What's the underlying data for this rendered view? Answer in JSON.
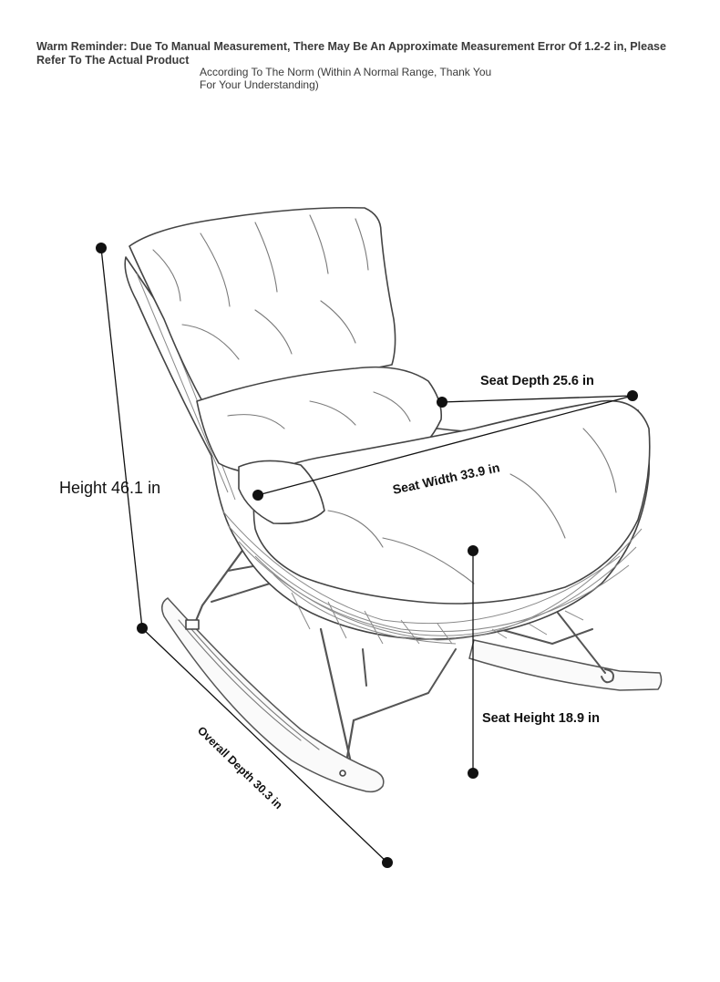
{
  "notice": {
    "line1": "Warm Reminder: Due To Manual Measurement, There May Be An Approximate Measurement Error Of 1.2-2 in, Please Refer To The Actual Product",
    "line2": "According To The Norm (Within A Normal Range, Thank You For Your Understanding)"
  },
  "dimensions": {
    "height": "Height 46.1 in",
    "seat_depth": "Seat Depth 25.6 in",
    "seat_width": "Seat Width 33.9 in",
    "seat_height": "Seat Height 18.9 in",
    "overall_depth": "Overall Depth 30.3 in"
  },
  "colors": {
    "line": "#111111",
    "text": "#1e1e1e",
    "sketch": "#555555"
  }
}
